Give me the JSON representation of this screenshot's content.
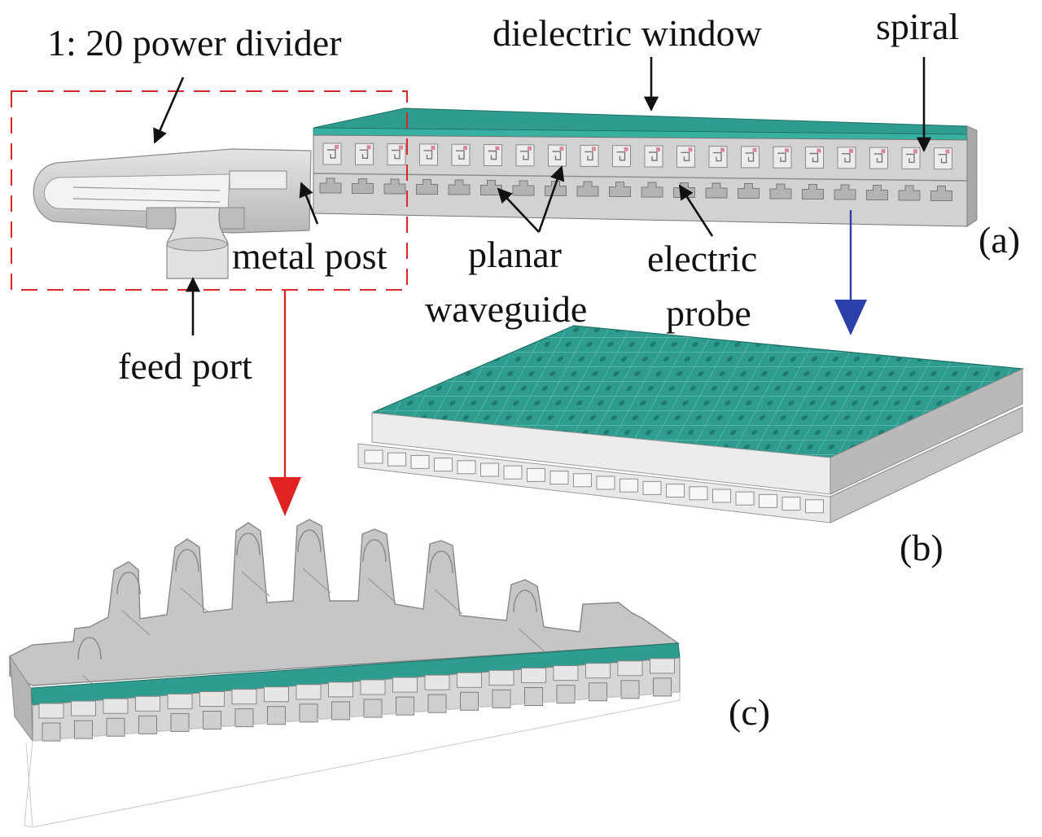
{
  "labels": {
    "power_divider": "1: 20 power divider",
    "dielectric_window": "dielectric window",
    "spiral": "spiral",
    "metal_post": "metal post",
    "planar_waveguide_line1": "planar",
    "planar_waveguide_line2": "waveguide",
    "electric_probe_line1": "electric",
    "electric_probe_line2": "probe",
    "feed_port": "feed port",
    "panel_a": "(a)",
    "panel_b": "(b)",
    "panel_c": "(c)"
  },
  "colors": {
    "dielectric_teal": "#2e9c8e",
    "metal_gray": "#c9c9c9",
    "highlight_box_red": "#d42a2a",
    "arrow_blue": "#2d3fa8",
    "leader_black": "#111111"
  },
  "counts": {
    "linear_array_elements": 20,
    "planar_array_rows": 20,
    "planar_array_cols": 20
  }
}
